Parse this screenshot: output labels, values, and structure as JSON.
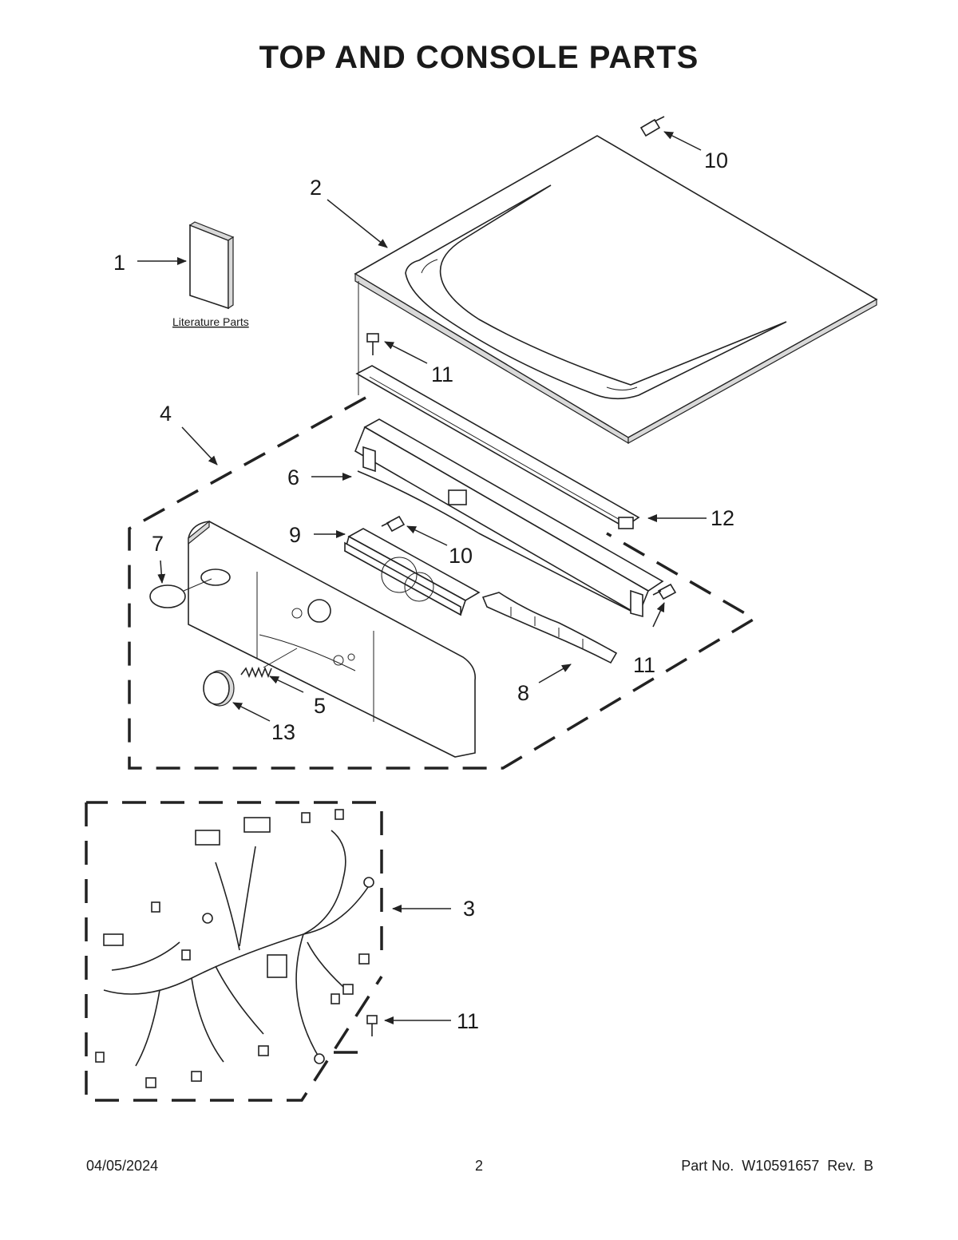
{
  "page": {
    "title": "TOP AND CONSOLE PARTS",
    "date": "04/05/2024",
    "page_number": "2",
    "part_number": "Part No.  W10591657  Rev.  B"
  },
  "literature_label": "Literature Parts",
  "callouts": {
    "c1": "1",
    "c2": "2",
    "c3": "3",
    "c4": "4",
    "c5": "5",
    "c6": "6",
    "c7": "7",
    "c8": "8",
    "c9": "9",
    "c10a": "10",
    "c10b": "10",
    "c11a": "11",
    "c11b": "11",
    "c11c": "11",
    "c12": "12",
    "c13": "13"
  }
}
